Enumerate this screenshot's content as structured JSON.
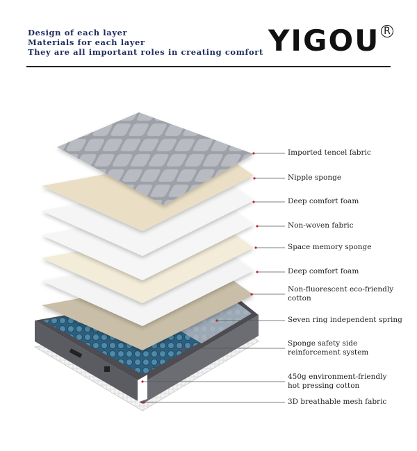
{
  "header": {
    "lines": [
      "Design of each layer",
      "Materials for each layer",
      "They are all important roles in creating comfort"
    ],
    "brand": "YIGOU",
    "registered_mark": "R"
  },
  "colors": {
    "header_text": "#1d2c5c",
    "logo_accent": "#c0262c",
    "leader_line": "#555555",
    "leader_dot": "#c0262c"
  },
  "layers": [
    {
      "label": [
        "Imported tencel fabric"
      ]
    },
    {
      "label": [
        "Nipple sponge"
      ]
    },
    {
      "label": [
        "Deep comfort foam"
      ]
    },
    {
      "label": [
        "Non-woven fabric"
      ]
    },
    {
      "label": [
        "Space memory sponge"
      ]
    },
    {
      "label": [
        "Deep comfort foam"
      ]
    },
    {
      "label": [
        "Non-fluorescent eco-friendly",
        "cotton"
      ]
    },
    {
      "label": [
        "Seven ring independent spring"
      ]
    },
    {
      "label": [
        "Sponge safety side",
        "reinforcement system"
      ]
    },
    {
      "label": [
        "450g environment-friendly",
        "hot pressing cotton"
      ]
    },
    {
      "label": [
        "3D breathable mesh fabric"
      ]
    }
  ]
}
